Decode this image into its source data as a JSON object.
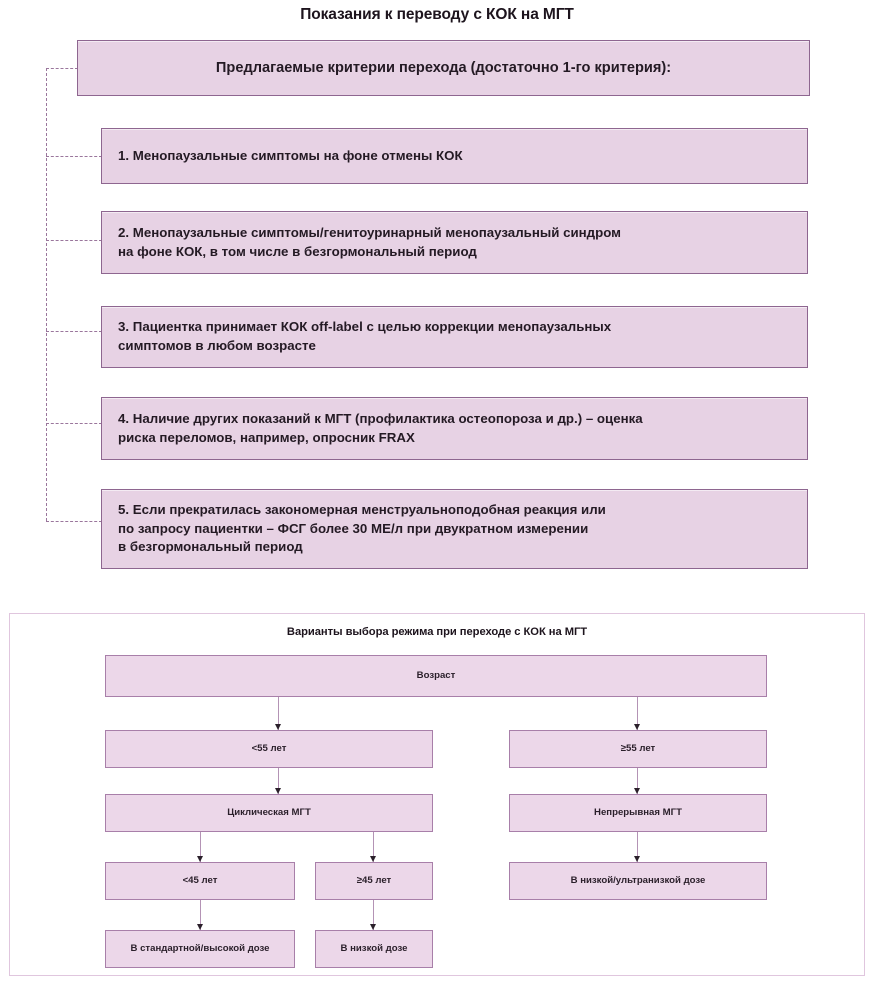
{
  "title": "Показания к переводу с КОК на МГТ",
  "criteria": {
    "header": "Предлагаемые критерии перехода (достаточно 1-го критерия):",
    "items": [
      "1. Менопаузальные симптомы на фоне отмены КОК",
      "2. Менопаузальные симптомы/генитоуринарный менопаузальный синдром\nна фоне КОК, в том числе в безгормональный период",
      "3. Пациентка принимает КОК off-label с целью коррекции менопаузальных\nсимптомов в любом возрасте",
      "4. Наличие других показаний к МГТ (профилактика остеопороза и др.) – оценка\nриска переломов, например, опросник FRAX",
      "5. Если прекратилась закономерная менструальноподобная реакция или\nпо запросу пациентки – ФСГ более 30 МЕ/л при двукратном измерении\nв безгормональный период"
    ]
  },
  "panel": {
    "title": "Варианты выбора режима при переходе с КОК на МГТ",
    "nodes": {
      "root": "Возраст",
      "left_age": "<55 лет",
      "right_age": "≥55 лет",
      "left_regimen": "Циклическая МГТ",
      "right_regimen": "Непрерывная МГТ",
      "left_age_under45": "<45 лет",
      "left_age_over45": "≥45 лет",
      "right_dose": "В низкой/ультранизкой дозе",
      "dose_standard_high": "В стандартной/высокой дозе",
      "dose_low": "В низкой дозе"
    }
  },
  "colors": {
    "box_fill": "#e7d2e4",
    "box_border": "#8e6690",
    "node_fill": "#ecd7e9",
    "node_border": "#a87fa9",
    "panel_border": "#e0c6de",
    "connector": "#b493b5",
    "dashed_line": "#9a769c",
    "text": "#241a24"
  }
}
